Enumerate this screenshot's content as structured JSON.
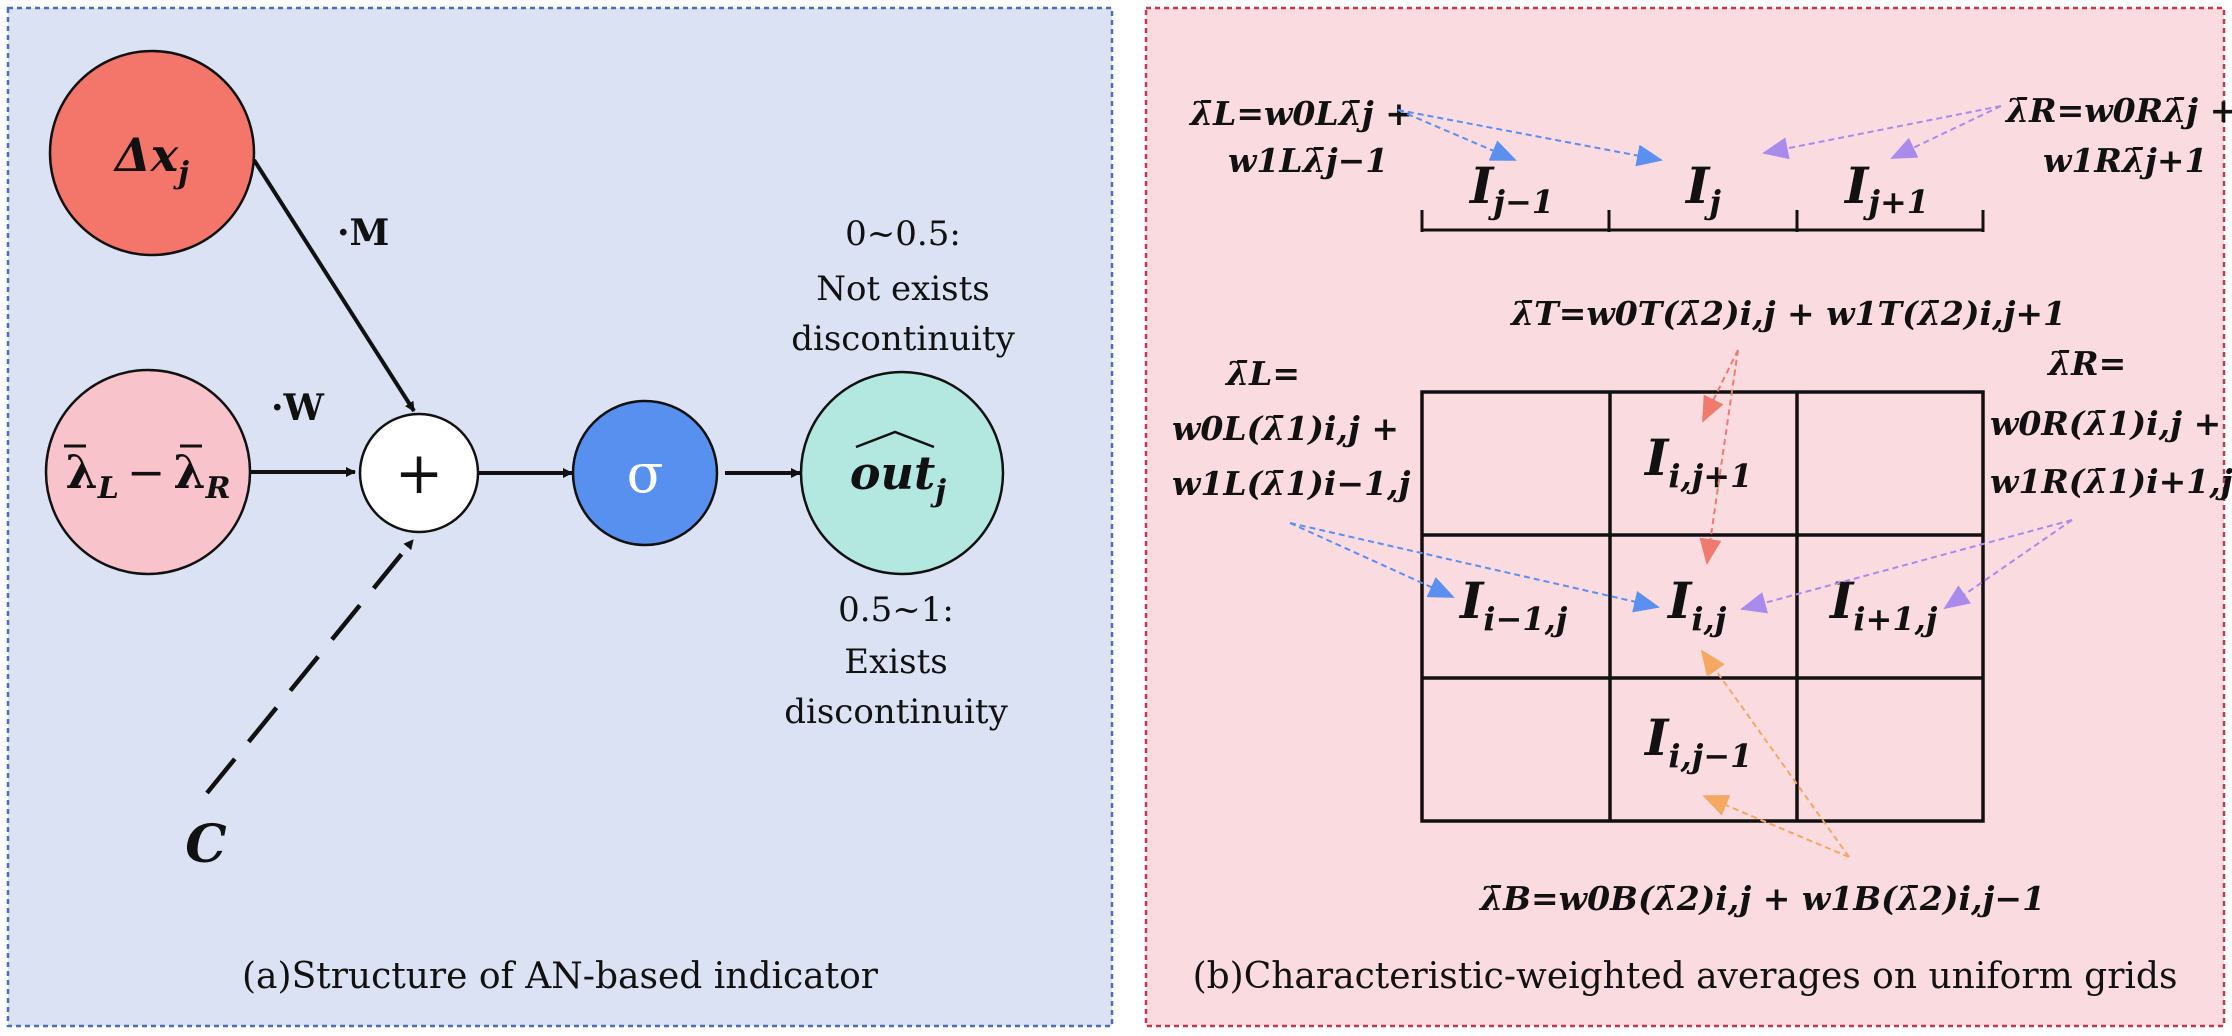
{
  "panel_a": {
    "caption": "(a)Structure of AN-based indicator",
    "nodes": {
      "delta_x": "Δx",
      "delta_x_sub": "j",
      "lambda_diff": "λ",
      "lambda_diff_sub_l": "L",
      "lambda_diff_minus": "−",
      "lambda_diff_sub_r": "R",
      "sum_symbol": "+",
      "sigma": "σ",
      "output": "out",
      "output_sub": "j",
      "c_input": "C"
    },
    "edge_labels": {
      "m": "·M",
      "w": "·W"
    },
    "output_notes": {
      "low_range": "0~0.5:",
      "low_line1": "Not exists",
      "low_line2": "discontinuity",
      "high_range": "0.5~1:",
      "high_line1": "Exists",
      "high_line2": "discontinuity"
    },
    "colors": {
      "panel": "#dae2f3",
      "border": "#4a6fb5",
      "delta_x": "#f4766a",
      "lambda": "#f9c3cb",
      "sigma": "#5890ef",
      "output": "#b2e8e0",
      "sum": "#ffffff"
    }
  },
  "panel_b": {
    "caption": "(b)Characteristic-weighted averages on uniform grids",
    "colors": {
      "panel": "#fadbe0",
      "border": "#c0394f",
      "blue": "#5b8ff0",
      "purple": "#a98bec",
      "red": "#f07a6e",
      "orange": "#f4a862"
    },
    "line_cells": [
      {
        "base": "I",
        "sub": "j−1"
      },
      {
        "base": "I",
        "sub": "j"
      },
      {
        "base": "I",
        "sub": "j+1"
      }
    ],
    "grid_cells": {
      "top": {
        "base": "I",
        "sub": "i,j+1"
      },
      "left": {
        "base": "I",
        "sub": "i−1,j"
      },
      "center": {
        "base": "I",
        "sub": "i,j"
      },
      "right": {
        "base": "I",
        "sub": "i+1,j"
      },
      "bottom": {
        "base": "I",
        "sub": "i,j−1"
      }
    },
    "formulas": {
      "line_left_1": "λ̄L=w0Lλ̄j +",
      "line_left_2": "w1Lλ̄j−1",
      "line_right_1": "λ̄R=w0Rλ̄j +",
      "line_right_2": "w1Rλ̄j+1",
      "top": "λ̄T=w0T(λ̄2)i,j + w1T(λ̄2)i,j+1",
      "left_1": "λ̄L=",
      "left_2": "w0L(λ̄1)i,j +",
      "left_3": "w1L(λ̄1)i−1,j",
      "right_1": "λ̄R=",
      "right_2": "w0R(λ̄1)i,j +",
      "right_3": "w1R(λ̄1)i+1,j",
      "bottom": "λ̄B=w0B(λ̄2)i,j + w1B(λ̄2)i,j−1"
    }
  }
}
